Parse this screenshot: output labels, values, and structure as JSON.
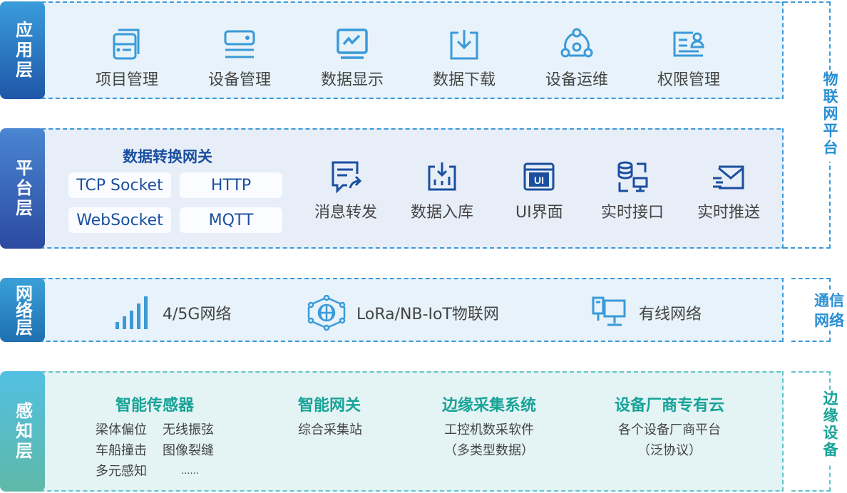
{
  "layers": {
    "application": {
      "label": "应用层",
      "items": [
        "项目管理",
        "设备管理",
        "数据显示",
        "数据下载",
        "设备运维",
        "权限管理"
      ]
    },
    "platform": {
      "label": "平台层",
      "gateway_title": "数据转换网关",
      "protocols": [
        "TCP Socket",
        "HTTP",
        "WebSocket",
        "MQTT"
      ],
      "items": [
        "消息转发",
        "数据入库",
        "UI界面",
        "实时接口",
        "实时推送"
      ],
      "ui_icon_text": "UI"
    },
    "network": {
      "label": "网络层",
      "items": [
        "4/5G网络",
        "LoRa/NB-IoT物联网",
        "有线网络"
      ]
    },
    "perception": {
      "label": "感知层",
      "groups": [
        {
          "title": "智能传感器",
          "items": [
            "梁体偏位",
            "无线振弦",
            "车船撞击",
            "图像裂缝",
            "多元感知",
            "......"
          ]
        },
        {
          "title": "智能网关",
          "items": [
            "综合采集站"
          ]
        },
        {
          "title": "边缘采集系统",
          "items": [
            "工控机数采软件",
            "（多类型数据）"
          ]
        },
        {
          "title": "设备厂商专有云",
          "items": [
            "各个设备厂商平台",
            "（泛协议）"
          ]
        }
      ]
    }
  },
  "side_labels": {
    "iot_platform": "物联网平台",
    "comm_network": "通信网络",
    "edge_devices": "边缘设备"
  },
  "colors": {
    "blue": "#3a9ad9",
    "navy": "#1a4f9f",
    "teal": "#17a398"
  }
}
